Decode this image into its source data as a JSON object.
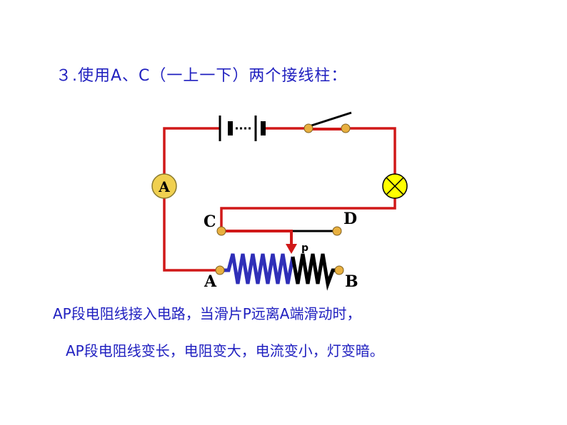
{
  "heading": "３.使用A、C（一上一下）两个接线柱：",
  "circuit": {
    "ammeter_label": "A",
    "terminal_c": "C",
    "terminal_d": "D",
    "terminal_a": "A",
    "terminal_b": "B",
    "slider_label": "p",
    "colors": {
      "wire": "#d01818",
      "coil_active": "#2f2fb8",
      "coil_inactive": "#000000",
      "terminal": "#e8b040",
      "ammeter_fill": "#f0d050",
      "lamp_fill": "#ffff00"
    }
  },
  "explanation": {
    "line1": "AP段电阻线接入电路，当滑片P远离A端滑动时，",
    "line2": "AP段电阻线变长，电阻变大，电流变小，灯变暗。"
  }
}
